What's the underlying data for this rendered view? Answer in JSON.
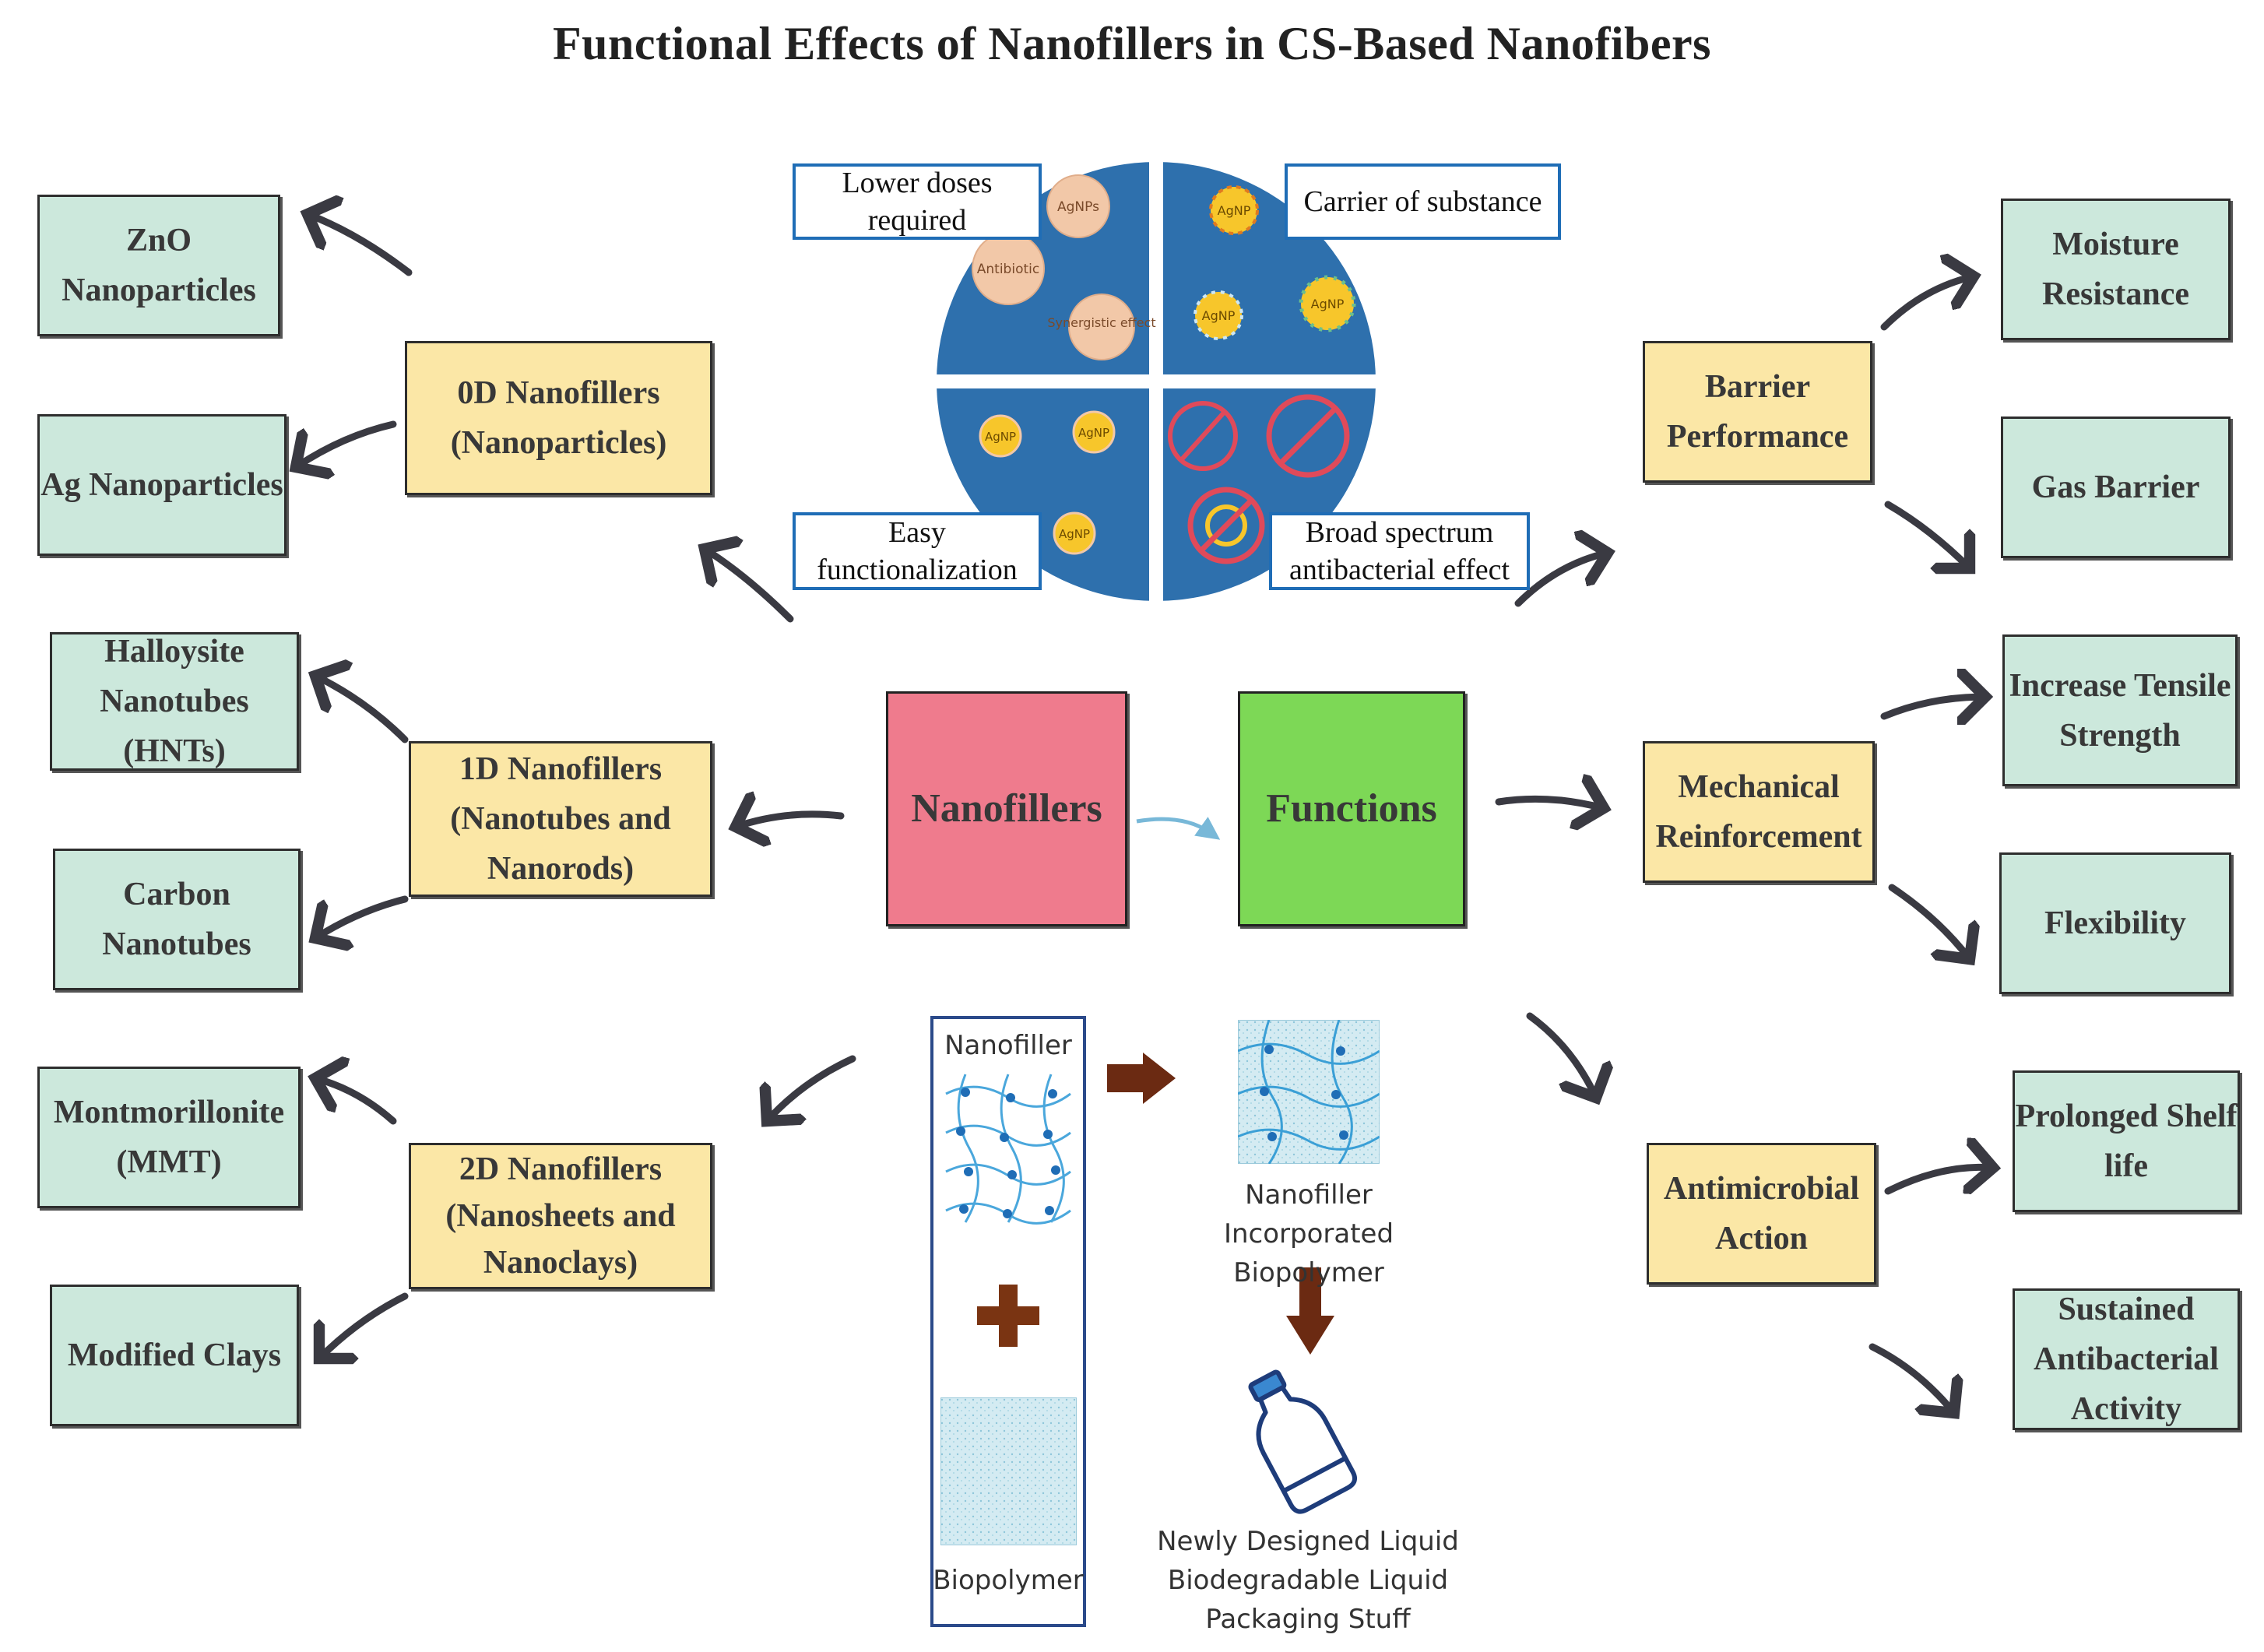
{
  "title": "Functional Effects of Nanofillers in CS-Based  Nanofibers",
  "center": {
    "nanofillers": "Nanofillers",
    "functions": "Functions"
  },
  "categories": {
    "zero_d": "0D Nanofillers (Nanoparticles)",
    "one_d": "1D Nanofillers (Nanotubes and Nanorods)",
    "two_d": "2D Nanofillers (Nanosheets and Nanoclays)"
  },
  "examples": {
    "zno": "ZnO Nanoparticles",
    "ag": "Ag Nanoparticles",
    "hnt": "Halloysite Nanotubes (HNTs)",
    "cnt": "Carbon Nanotubes",
    "mmt": "Montmorillonite (MMT)",
    "clays": "Modified Clays"
  },
  "function_groups": {
    "barrier": "Barrier Performance",
    "mechanical": "Mechanical Reinforcement",
    "antimicrobial": "Antimicrobial Action"
  },
  "outcomes": {
    "moisture": "Moisture Resistance",
    "gas": "Gas Barrier",
    "tensile": "Increase Tensile Strength",
    "flexibility": "Flexibility",
    "shelf": "Prolonged Shelf life",
    "sustained": "Sustained Antibacterial Activity"
  },
  "agnp_panel": {
    "lower_doses": "Lower doses required",
    "carrier": "Carrier of substance",
    "easy": "Easy functionalization",
    "broad": "Broad spectrum antibacterial effect",
    "gear_agnps": "AgNPs",
    "gear_antibiotic": "Antibiotic",
    "gear_synergy": "Synergistic effect",
    "particle": "AgNP"
  },
  "process": {
    "nanofiller": "Nanofiller",
    "biopolymer": "Biopolymer",
    "incorporated": "Nanofiller  Incorporated Biopolymer",
    "packaging": "Newly Designed Liquid Biodegradable Liquid Packaging Stuff"
  },
  "colors": {
    "teal": "#cce8dc",
    "yellow": "#fbe7a6",
    "pink": "#ef7b8d",
    "green": "#7dd856",
    "panel_blue": "#2e70ad",
    "arrow": "#3a3a42",
    "brown_arrow": "#6b2a12"
  }
}
